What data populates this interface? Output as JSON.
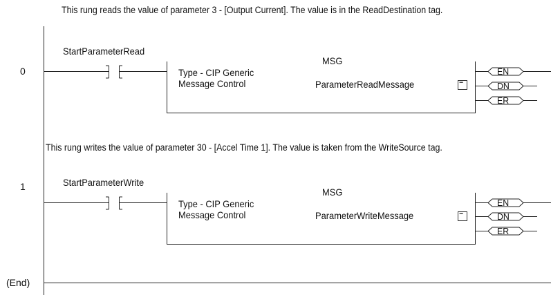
{
  "rungs": [
    {
      "number": "0",
      "comment": "This rung reads the value of parameter 3 - [Output Current]. The value is in the ReadDestination tag.",
      "contact_tag": "StartParameterRead",
      "instruction": "MSG",
      "type_text": "Type - CIP Generic",
      "control_label": "Message Control",
      "control_tag": "ParameterReadMessage",
      "status_bits": [
        "EN",
        "DN",
        "ER"
      ]
    },
    {
      "number": "1",
      "comment": "This rung writes the value of parameter 30 - [Accel Time 1]. The value is taken from the WriteSource tag.",
      "contact_tag": "StartParameterWrite",
      "instruction": "MSG",
      "type_text": "Type - CIP Generic",
      "control_label": "Message Control",
      "control_tag": "ParameterWriteMessage",
      "status_bits": [
        "EN",
        "DN",
        "ER"
      ]
    }
  ],
  "end_label": "(End)",
  "icons": {
    "browse": "ellipsis-browse-icon"
  }
}
